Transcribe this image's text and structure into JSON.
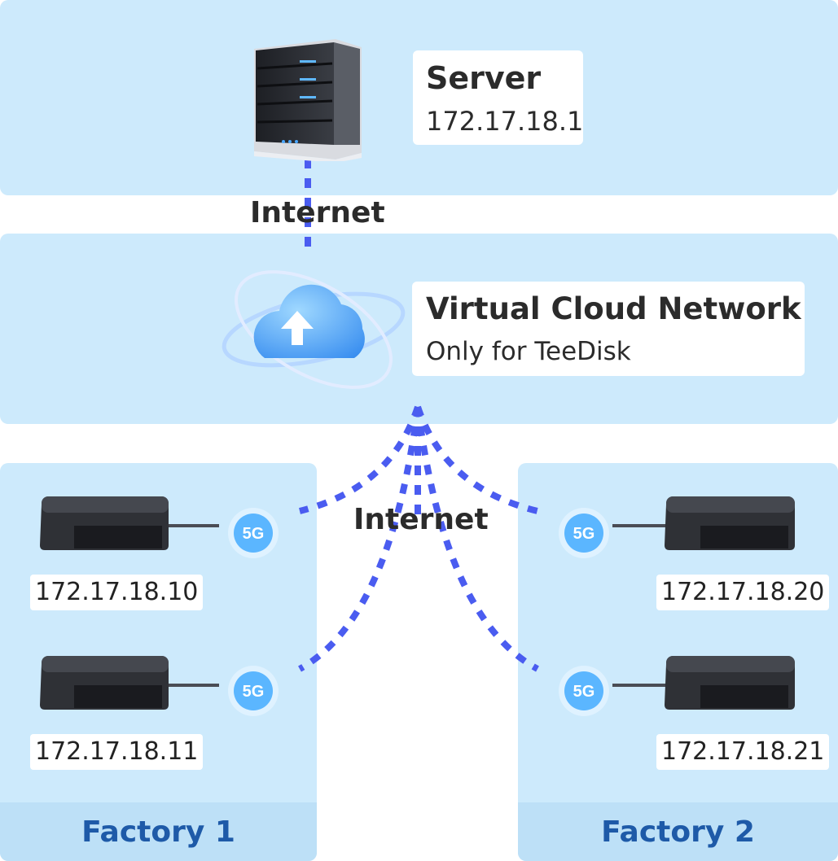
{
  "server": {
    "title": "Server",
    "ip": "172.17.18.1"
  },
  "links": {
    "top": "Internet",
    "bottom": "Internet"
  },
  "cloud": {
    "title": "Virtual Cloud Network",
    "subtitle": "Only for TeeDisk"
  },
  "factories": [
    {
      "name": "Factory 1",
      "devices": [
        {
          "ip": "172.17.18.10",
          "badge": "5G"
        },
        {
          "ip": "172.17.18.11",
          "badge": "5G"
        }
      ]
    },
    {
      "name": "Factory 2",
      "devices": [
        {
          "ip": "172.17.18.20",
          "badge": "5G"
        },
        {
          "ip": "172.17.18.21",
          "badge": "5G"
        }
      ]
    }
  ],
  "colors": {
    "panel": "#cdeafc",
    "link": "#4a5cf0",
    "factory_text": "#1e5aa8"
  }
}
